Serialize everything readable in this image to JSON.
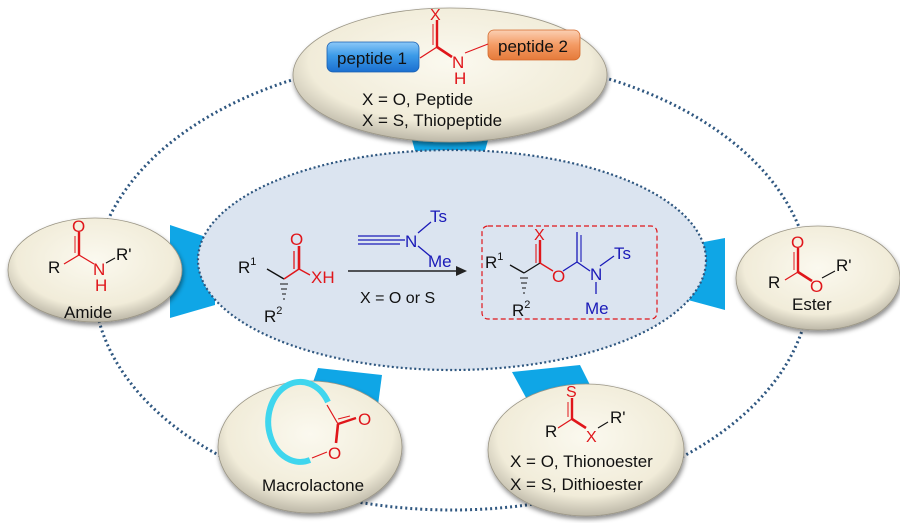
{
  "colors": {
    "connector": "#0fa6e6",
    "ring_dots": "#2f5780",
    "center_fill": "#dbe4f0",
    "node_fill": "#f4f0e2",
    "chem_red": "#e0161b",
    "chem_blue": "#1a1ab8",
    "peptide1_box": "#2f8fe0",
    "peptide2_box": "#f08f55",
    "macrocycle": "#3fd6ee",
    "dashed_box": "#e0161b"
  },
  "center": {
    "reactant": {
      "r1": "R",
      "r1_sup": "1",
      "r2": "R",
      "r2_sup": "2",
      "carbonyl_o": "O",
      "xh": "XH"
    },
    "reagent": {
      "n": "N",
      "ts": "Ts",
      "me": "Me"
    },
    "condition": "X = O or S",
    "product": {
      "r1": "R",
      "r1_sup": "1",
      "r2": "R",
      "r2_sup": "2",
      "x": "X",
      "o": "O",
      "n": "N",
      "ts": "Ts",
      "me": "Me"
    }
  },
  "nodes": {
    "peptide": {
      "box1": "peptide 1",
      "box2": "peptide 2",
      "x": "X",
      "n": "N",
      "h": "H",
      "line1": "X = O, Peptide",
      "line2": "X = S, Thiopeptide"
    },
    "amide": {
      "r": "R",
      "o": "O",
      "n": "N",
      "h": "H",
      "r_prime": "R'",
      "label": "Amide"
    },
    "ester": {
      "r": "R",
      "o_carbonyl": "O",
      "o": "O",
      "r_prime": "R'",
      "label": "Ester"
    },
    "macrolactone": {
      "o_carbonyl": "O",
      "o_ring": "O",
      "label": "Macrolactone"
    },
    "thioester": {
      "s": "S",
      "r": "R",
      "x": "X",
      "r_prime": "R'",
      "line1": "X = O, Thionoester",
      "line2": "X = S, Dithioester"
    }
  }
}
